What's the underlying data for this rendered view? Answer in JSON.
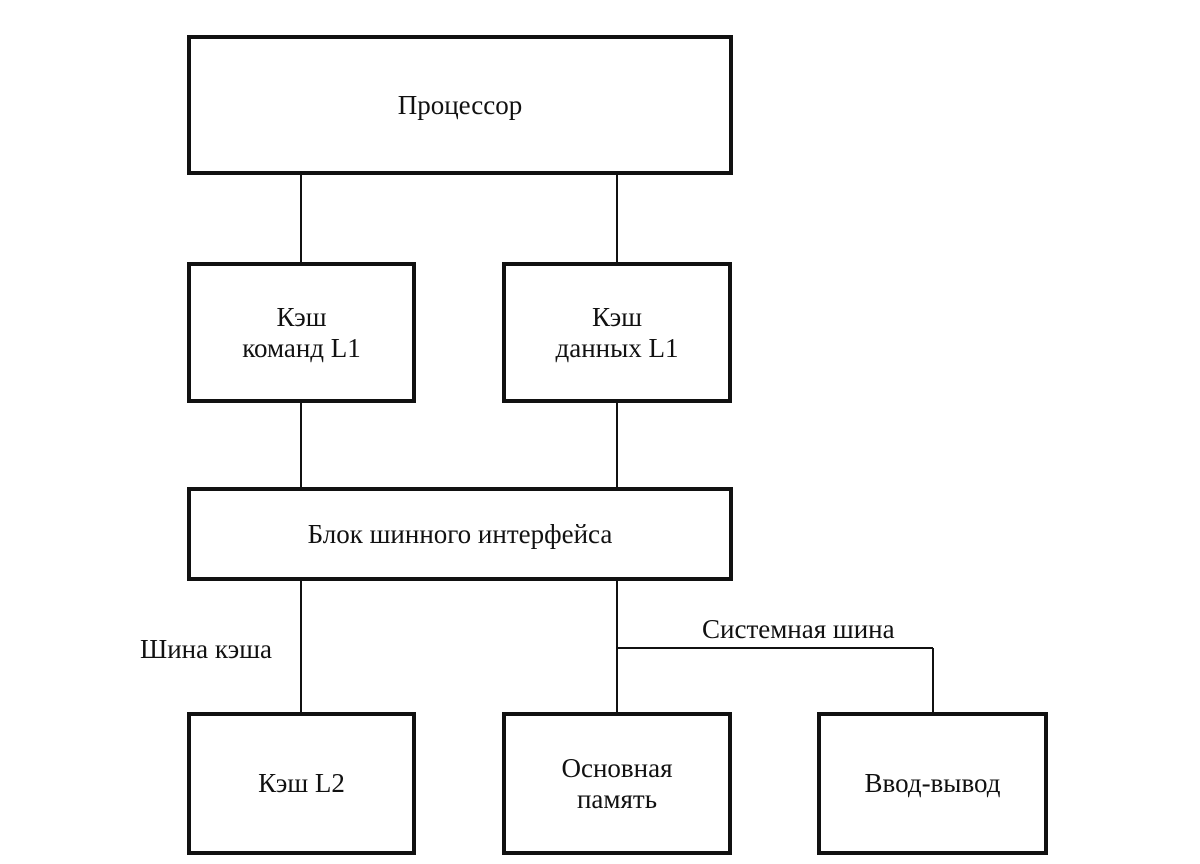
{
  "boxes": {
    "processor": [
      "Процессор"
    ],
    "l1_instructions": [
      "Кэш",
      "команд L1"
    ],
    "l1_data": [
      "Кэш",
      "данных L1"
    ],
    "bus_interface": [
      "Блок шинного интерфейса"
    ],
    "l2_cache": [
      "Кэш L2"
    ],
    "main_memory": [
      "Основная",
      "память"
    ],
    "io": [
      "Ввод-вывод"
    ]
  },
  "bus_labels": {
    "cache_bus": "Шина кэша",
    "system_bus": "Системная шина"
  },
  "colors": {
    "ink": "#111111",
    "background": "#ffffff"
  }
}
